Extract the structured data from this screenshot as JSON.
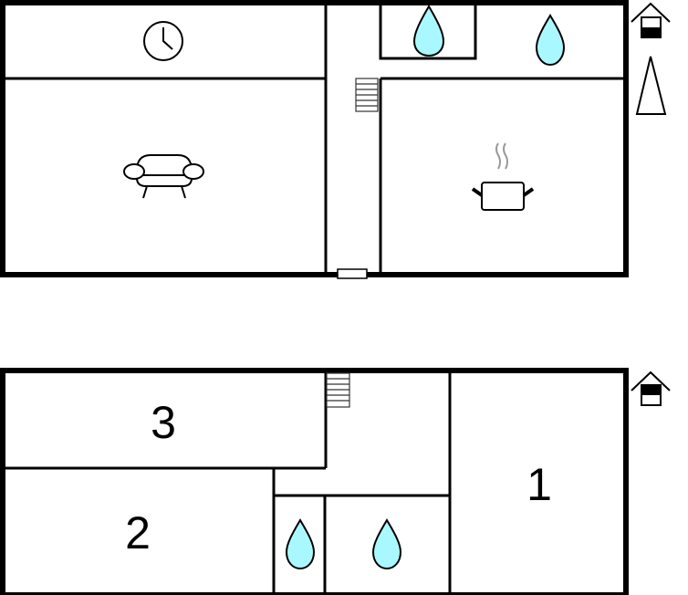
{
  "upper_floor": {
    "rooms": [
      "clock-room",
      "living-room",
      "hallway",
      "bathroom",
      "kitchen"
    ]
  },
  "lower_floor": {
    "room_labels": [
      "3",
      "2",
      "1"
    ]
  },
  "colors": {
    "water": "#aaf8ff",
    "wall": "#000000",
    "steam": "#999999"
  },
  "icons": [
    "clock-icon",
    "sofa-icon",
    "stairs-icon",
    "water-drop-icon",
    "pot-icon",
    "house-floor-icon",
    "north-arrow-icon",
    "door-icon"
  ]
}
